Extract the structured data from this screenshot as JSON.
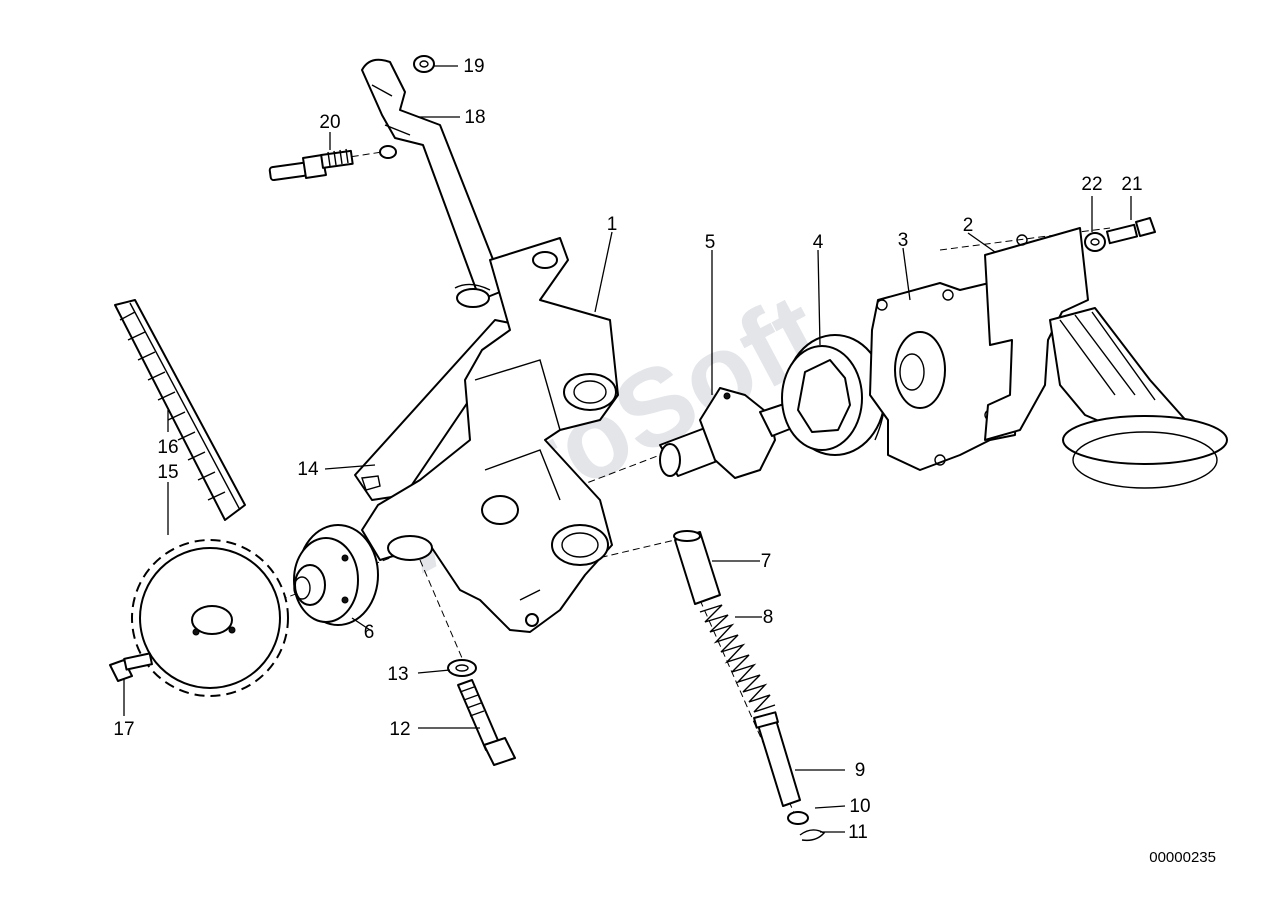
{
  "diagram": {
    "watermark": "AutoSoft",
    "document_number": "00000235",
    "callouts": [
      "1",
      "2",
      "3",
      "4",
      "5",
      "6",
      "7",
      "8",
      "9",
      "10",
      "11",
      "12",
      "13",
      "14",
      "15",
      "16",
      "17",
      "18",
      "19",
      "20",
      "21",
      "22"
    ]
  }
}
